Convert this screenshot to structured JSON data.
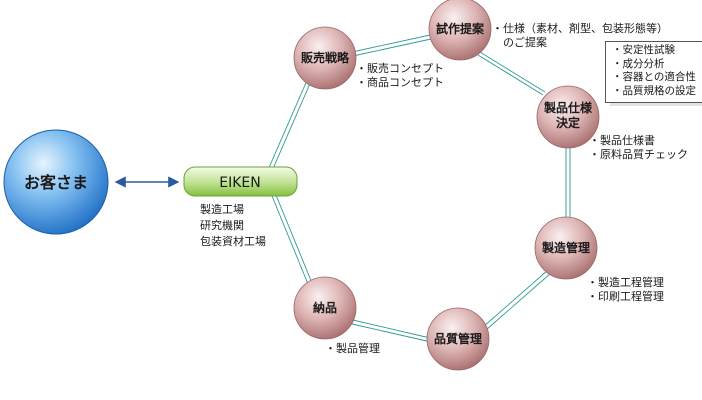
{
  "customer": {
    "label": "お客さま"
  },
  "hub": {
    "label": "EIKEN",
    "lines": [
      "製造工場",
      "研究機関",
      "包装資材工場"
    ]
  },
  "cycle": [
    {
      "id": "sales",
      "label": "販売戦略",
      "notes": [
        "・販売コンセプト",
        "・商品コンセプト"
      ]
    },
    {
      "id": "trial",
      "label": "試作提案",
      "notes": [
        "・仕様（素材、剤型、包装形態等）",
        "　のご提案"
      ]
    },
    {
      "id": "spec",
      "label": "製品仕様決定",
      "notes": [
        "・製品仕様書",
        "・原料品質チェック"
      ]
    },
    {
      "id": "mfg",
      "label": "製造管理",
      "notes": [
        "・製造工程管理",
        "・印刷工程管理"
      ]
    },
    {
      "id": "qc",
      "label": "品質管理",
      "notes": []
    },
    {
      "id": "delivery",
      "label": "納品",
      "notes": [
        "・製品管理"
      ]
    }
  ],
  "spec_box": [
    "・安定性試験",
    "・成分分析",
    "・容器との適合性",
    "・品質規格の設定"
  ],
  "colors": {
    "customer_fill": "#3f8fdc",
    "hub_fill": "#8bc54a",
    "node_fill": "#cfa0a0",
    "link_line": "#2f9a95"
  }
}
